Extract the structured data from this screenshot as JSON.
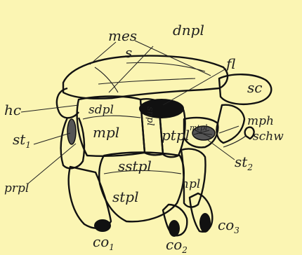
{
  "labels": {
    "dnpl": "dnpl",
    "mes": "mes",
    "s": "s",
    "fl": "fl",
    "sc": "sc",
    "hc": "hc",
    "sdpl": "sdpl",
    "mpl": "mpl",
    "snpl": "snpl",
    "ptpl": "ptpl",
    "mtpl": "mtpl",
    "mph": "mph",
    "schw": "schw",
    "st": "st",
    "st1_sub": "1",
    "st2_sub": "2",
    "prpl": "prpl",
    "sstpl": "sstpl",
    "stpl": "stpl",
    "hpl": "hpl",
    "co": "co",
    "co1_sub": "1",
    "co2_sub": "2",
    "co3_sub": "3"
  },
  "colors": {
    "background": "#fbf5b3",
    "ink": "#111111"
  }
}
